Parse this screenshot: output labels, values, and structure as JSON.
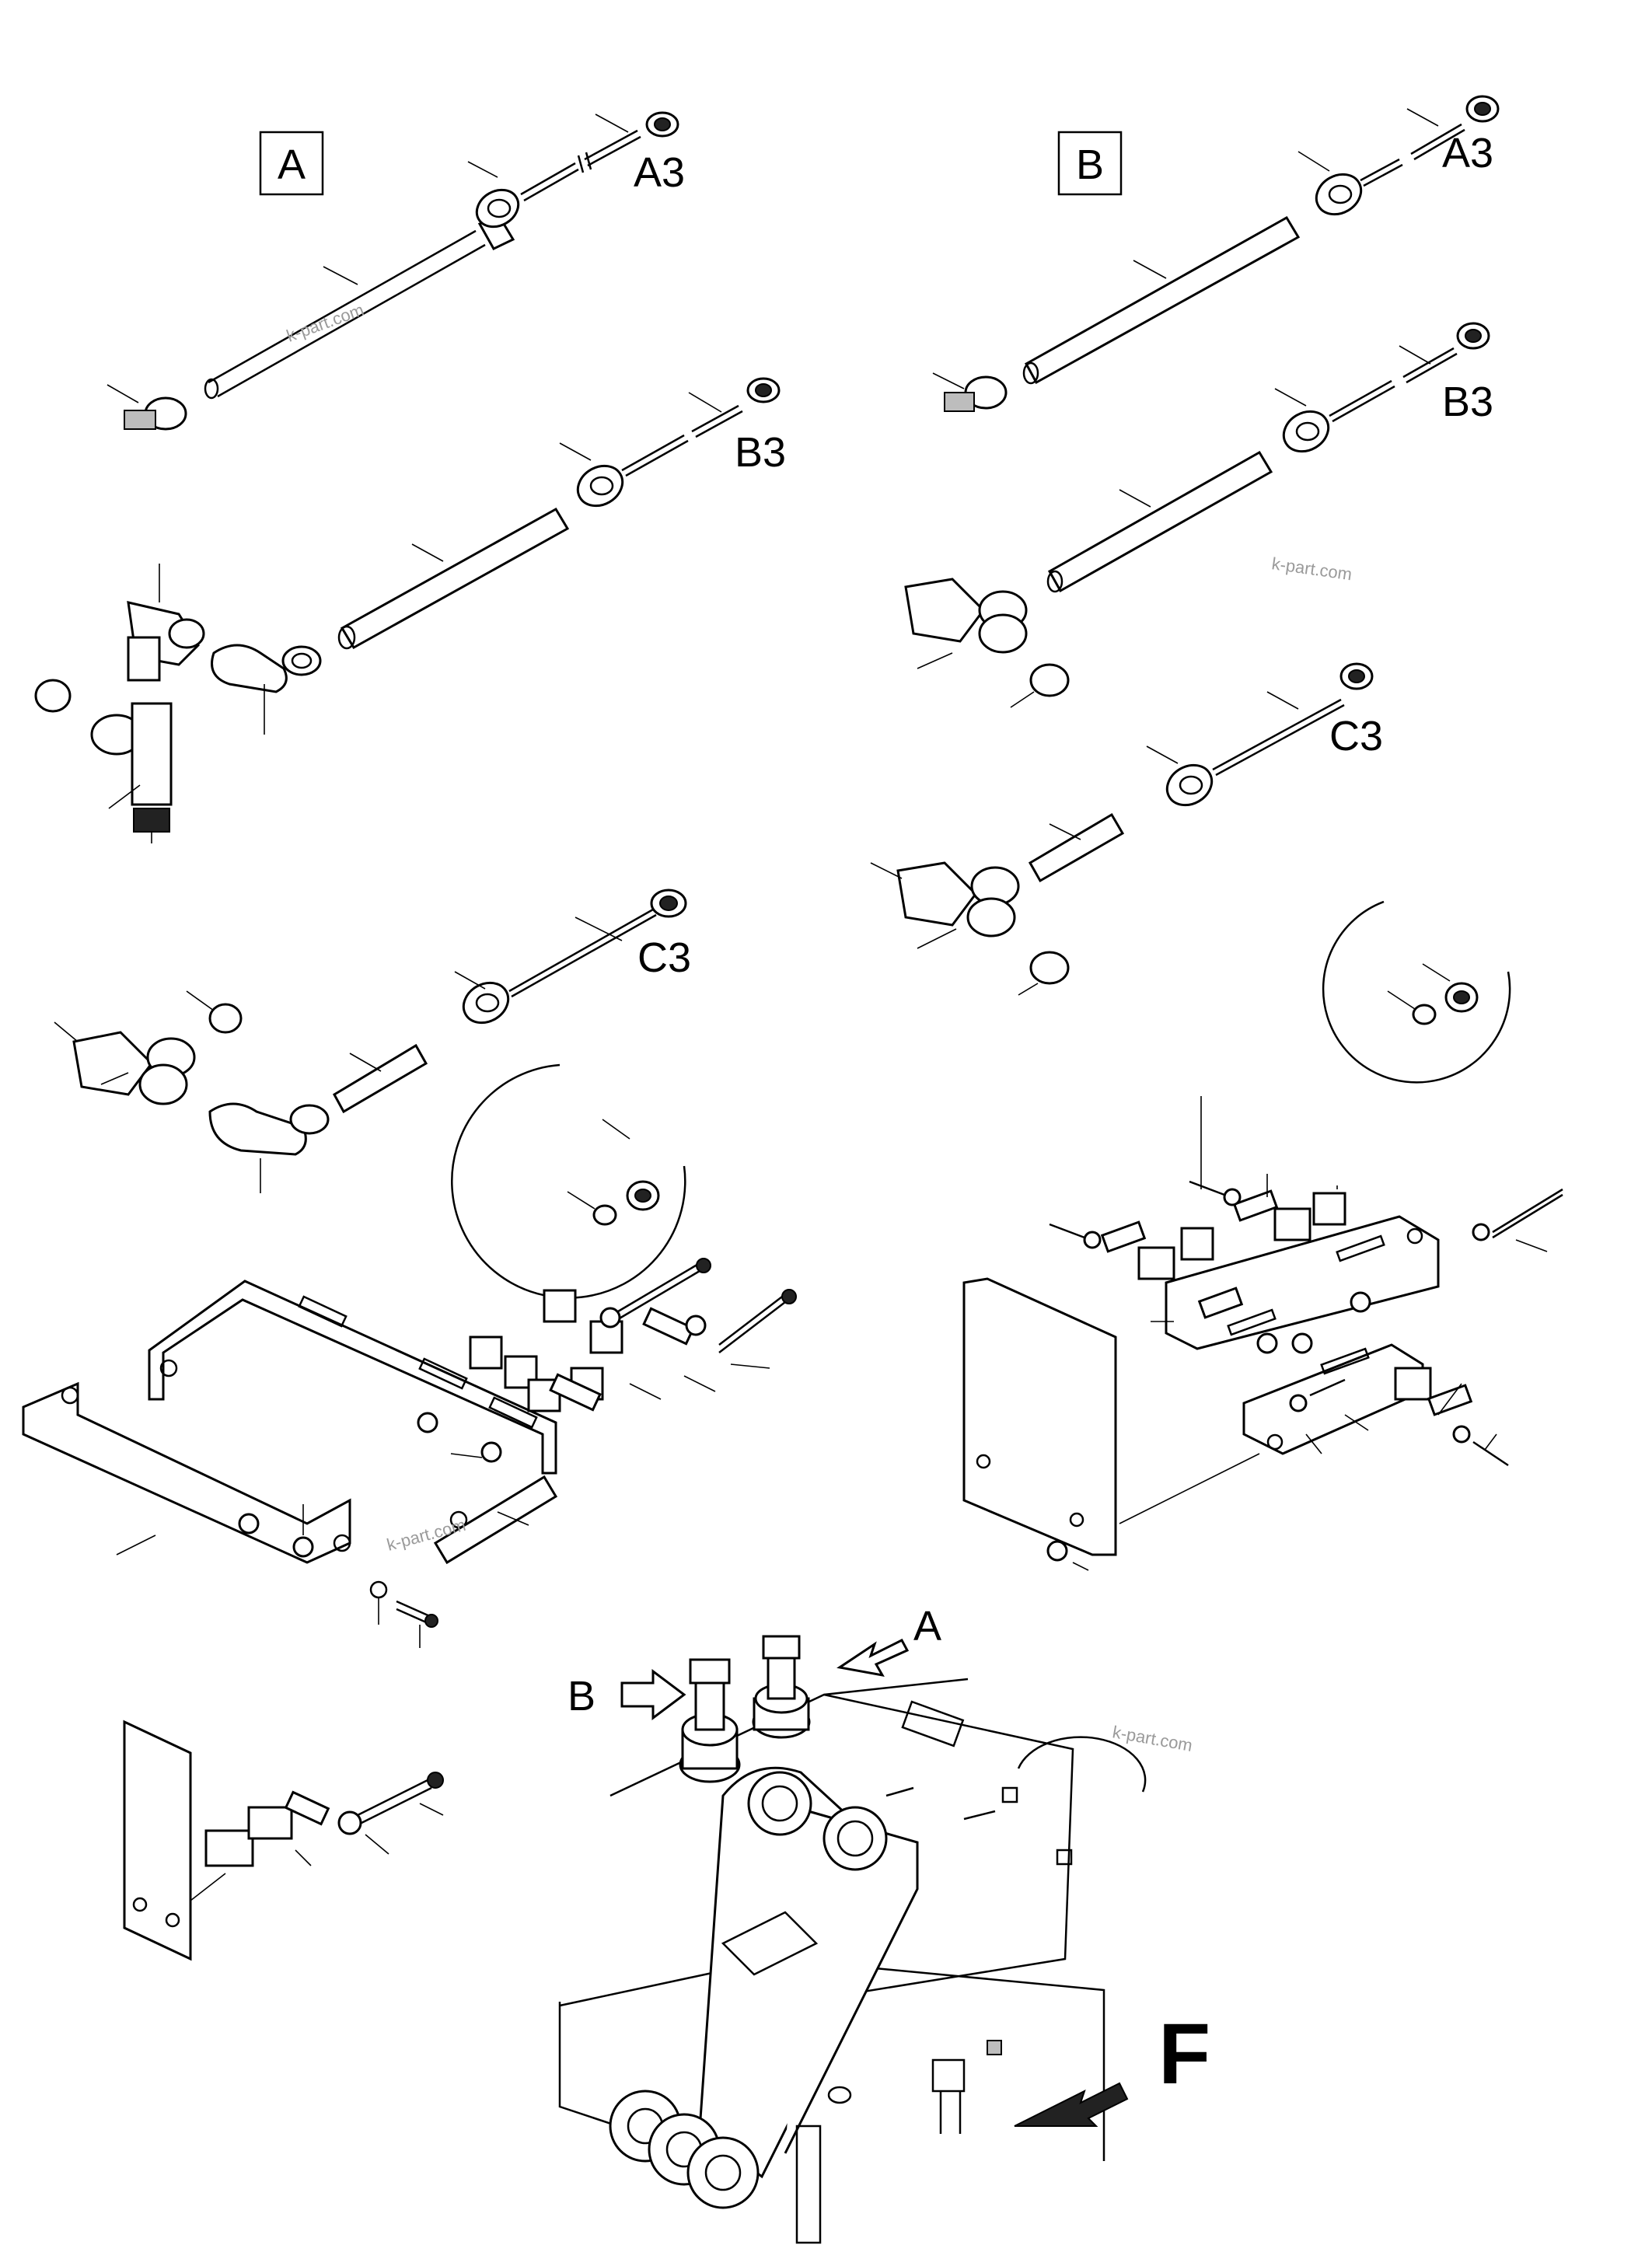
{
  "labels": {
    "box_a": "A",
    "box_b": "B",
    "a_a3": "A3",
    "a_b3": "B3",
    "a_c3": "C3",
    "b_a3": "A3",
    "b_b3": "B3",
    "b_c3": "C3",
    "view_a": "A",
    "view_b": "B",
    "front": "F"
  },
  "watermarks": [
    "k-part.com",
    "k-part.com",
    "k-part.com",
    "k-part.com"
  ]
}
